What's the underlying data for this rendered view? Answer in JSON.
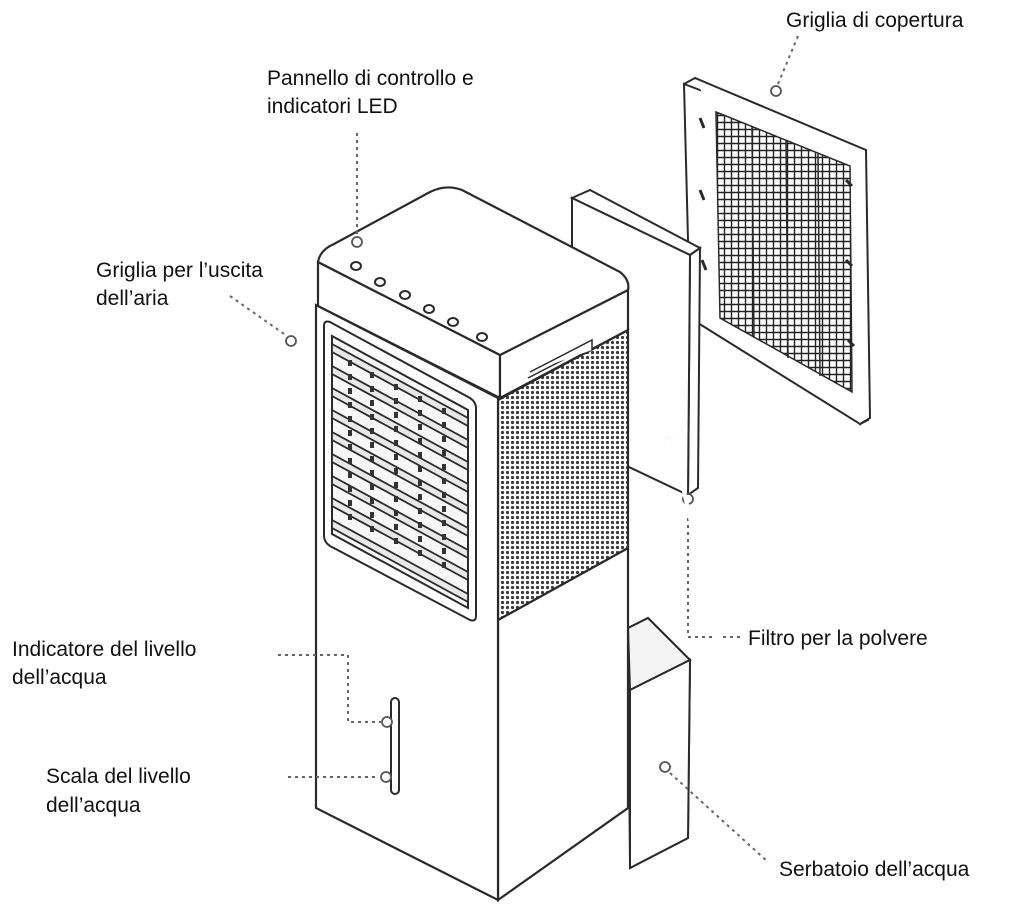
{
  "labels": {
    "cover_grille": "Griglia di copertura",
    "control_panel_line1": "Pannello di controllo e",
    "control_panel_line2": "indicatori LED",
    "air_outlet_line1": "Griglia per l’uscita",
    "air_outlet_line2": "dell’aria",
    "dust_filter": "Filtro per la polvere",
    "water_indicator_line1": "Indicatore del livello",
    "water_indicator_line2": "dell’acqua",
    "water_scale_line1": "Scala del livello",
    "water_scale_line2": "dell’acqua",
    "water_tank": "Serbatoio dell’acqua"
  },
  "colors": {
    "line": "#2a2a2a",
    "leader": "#666666",
    "mesh": "#3a3a3a",
    "background": "#ffffff"
  }
}
